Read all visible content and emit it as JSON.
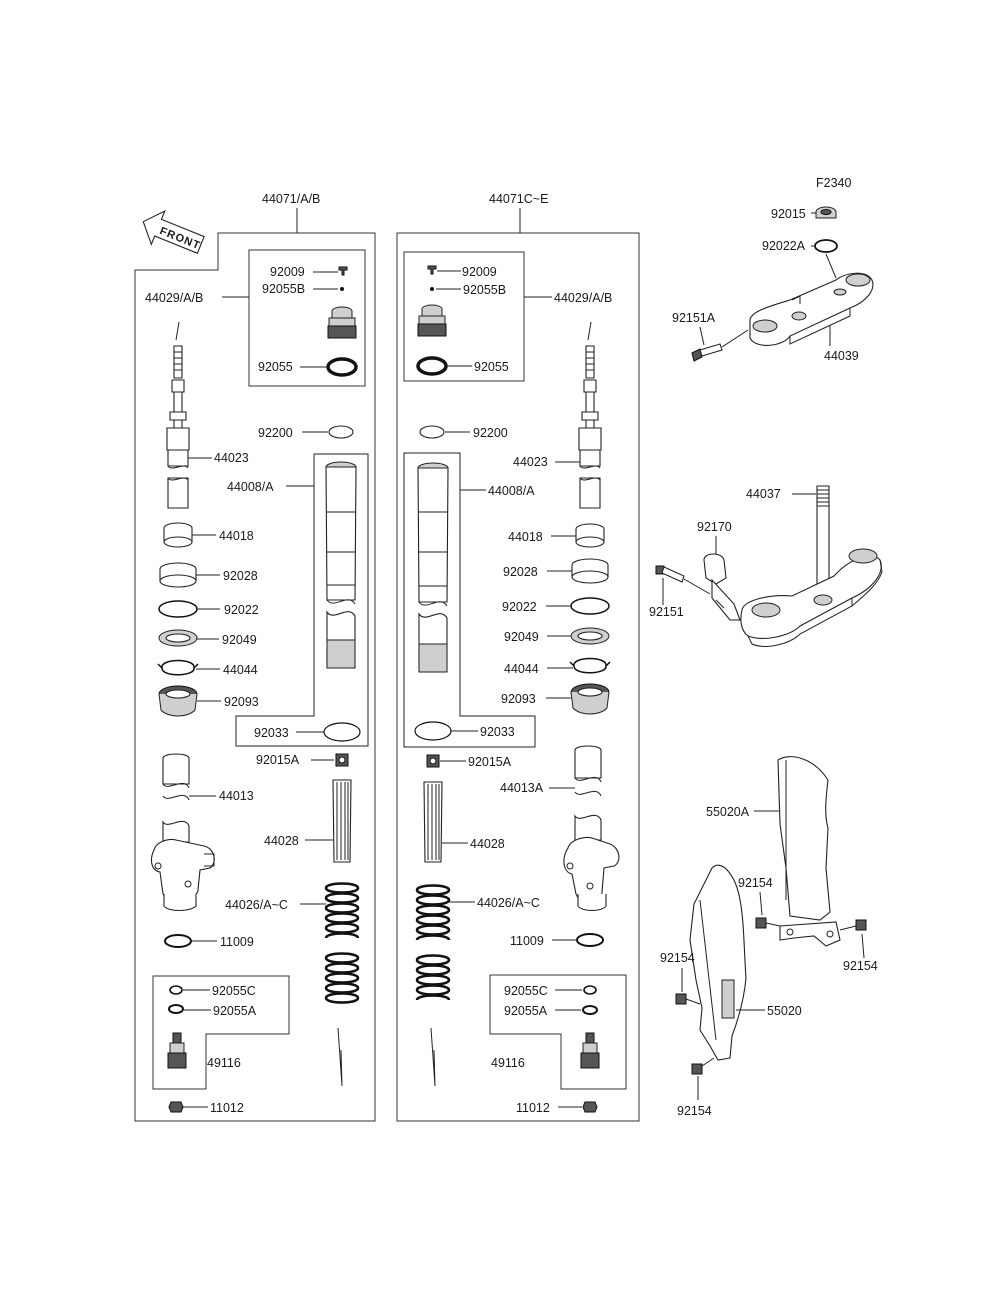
{
  "diagram_code": "F2340",
  "front_arrow": "FRONT",
  "left_fork": {
    "assembly": "44071/A/B",
    "labels": {
      "cyl_assy": "44029/A/B",
      "p92009": "92009",
      "p92055B": "92055B",
      "p92055": "92055",
      "p92200": "92200",
      "p44023": "44023",
      "p44008": "44008/A",
      "p44018": "44018",
      "p92028": "92028",
      "p92022": "92022",
      "p92049": "92049",
      "p44044": "44044",
      "p92093": "92093",
      "p92033": "92033",
      "p92015A": "92015A",
      "p44013": "44013",
      "p44028": "44028",
      "p44026": "44026/A~C",
      "p11009": "11009",
      "p92055C": "92055C",
      "p92055A": "92055A",
      "p49116": "49116",
      "p11012": "11012"
    }
  },
  "right_fork": {
    "assembly": "44071C~E",
    "labels": {
      "cyl_assy": "44029/A/B",
      "p92009": "92009",
      "p92055B": "92055B",
      "p92055": "92055",
      "p92200": "92200",
      "p44023": "44023",
      "p44008": "44008/A",
      "p44018": "44018",
      "p92028": "92028",
      "p92022": "92022",
      "p92049": "92049",
      "p44044": "44044",
      "p92093": "92093",
      "p92033": "92033",
      "p92015A": "92015A",
      "p44013": "44013A",
      "p44028": "44028",
      "p44026": "44026/A~C",
      "p11009": "11009",
      "p92055C": "92055C",
      "p92055A": "92055A",
      "p49116": "49116",
      "p11012": "11012"
    }
  },
  "upper_clamp": {
    "p92015": "92015",
    "p92022A": "92022A",
    "p92151A": "92151A",
    "p44039": "44039"
  },
  "lower_clamp": {
    "p44037": "44037",
    "p92170": "92170",
    "p92151": "92151"
  },
  "guards": {
    "p55020A": "55020A",
    "p92154_top_left": "92154",
    "p92154_right": "92154",
    "p92154_left": "92154",
    "p55020": "55020",
    "p92154_bottom": "92154"
  }
}
